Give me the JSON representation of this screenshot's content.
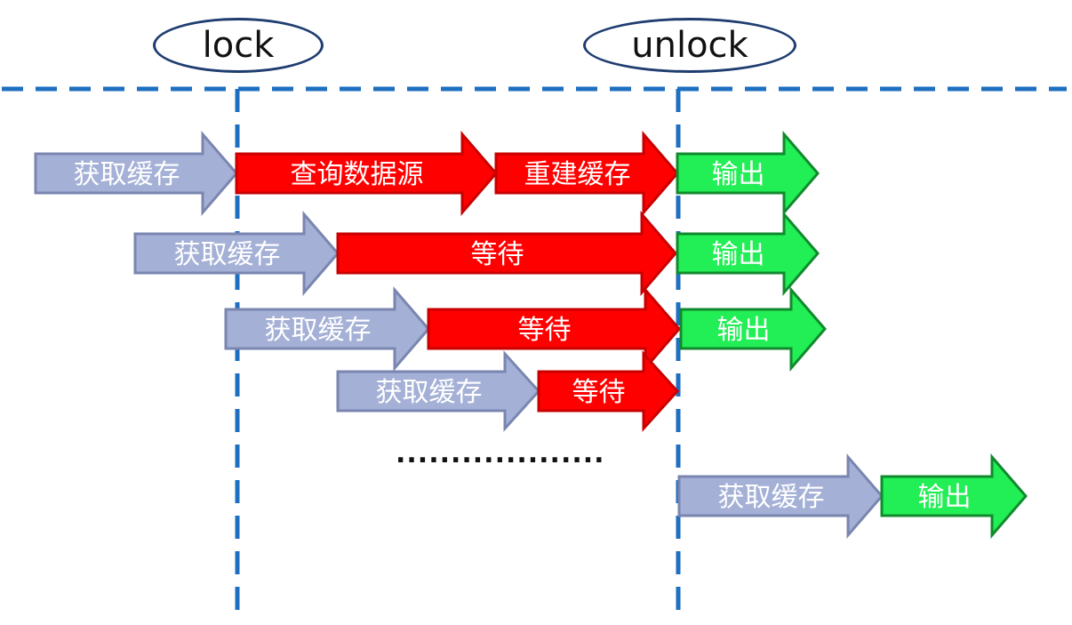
{
  "markers": {
    "lock": "lock",
    "unlock": "unlock"
  },
  "labels": {
    "get_cache": "获取缓存",
    "query_source": "查询数据源",
    "rebuild_cache": "重建缓存",
    "wait": "等待",
    "output": "输出",
    "ellipsis": "..................."
  },
  "colors": {
    "get_cache_fill": "#a4b0d6",
    "get_cache_stroke": "#7a86b0",
    "busy_fill": "#ff0000",
    "busy_stroke": "#c80000",
    "output_fill": "#22ee55",
    "output_stroke": "#118a2e",
    "guide_line": "#1f6fc0",
    "marker_border": "#1f3d70"
  },
  "rows": [
    {
      "segments": [
        {
          "kind": "get_cache",
          "text": "获取缓存"
        },
        {
          "kind": "busy",
          "text": "查询数据源"
        },
        {
          "kind": "busy",
          "text": "重建缓存"
        },
        {
          "kind": "output",
          "text": "输出"
        }
      ]
    },
    {
      "segments": [
        {
          "kind": "get_cache",
          "text": "获取缓存"
        },
        {
          "kind": "busy",
          "text": "等待"
        },
        {
          "kind": "output",
          "text": "输出"
        }
      ]
    },
    {
      "segments": [
        {
          "kind": "get_cache",
          "text": "获取缓存"
        },
        {
          "kind": "busy",
          "text": "等待"
        },
        {
          "kind": "output",
          "text": "输出"
        }
      ]
    },
    {
      "segments": [
        {
          "kind": "get_cache",
          "text": "获取缓存"
        },
        {
          "kind": "busy",
          "text": "等待"
        }
      ]
    },
    {
      "segments": [
        {
          "kind": "get_cache",
          "text": "获取缓存"
        },
        {
          "kind": "output",
          "text": "输出"
        }
      ]
    }
  ]
}
